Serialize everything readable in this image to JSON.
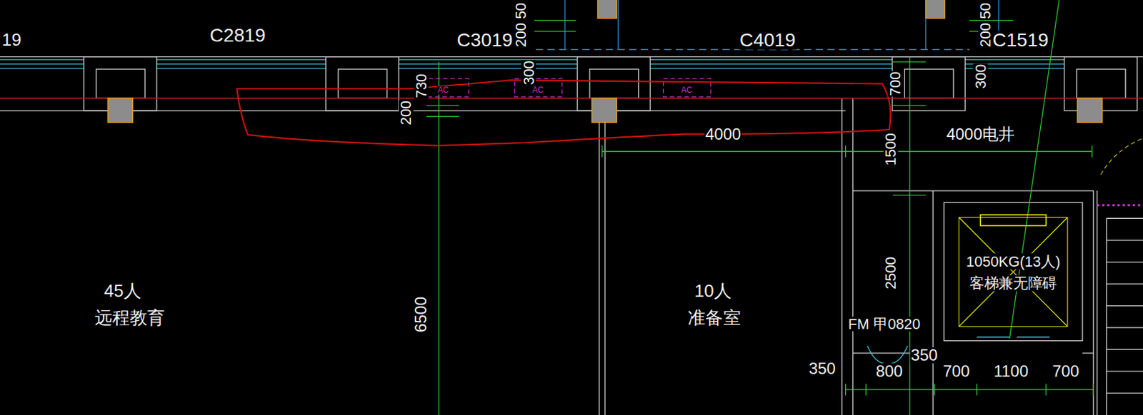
{
  "diagram": {
    "nodes": [
      {
        "text": [
          "1050KG(13人)",
          "客梯兼无障碍"
        ]
      }
    ],
    "labels": [
      "19",
      "C2819",
      "50",
      "200",
      "C3019",
      "C4019",
      "50",
      "200",
      "C1519",
      "730",
      "AC",
      "300",
      "AC",
      "AC",
      "700",
      "300",
      "200",
      "4000",
      "4000电井",
      "1500",
      "2500",
      "45人",
      "远程教育",
      "6500",
      "10人",
      "准备室",
      "FM 甲0820",
      "350",
      "350",
      "800",
      "700",
      "1100",
      "700"
    ]
  }
}
